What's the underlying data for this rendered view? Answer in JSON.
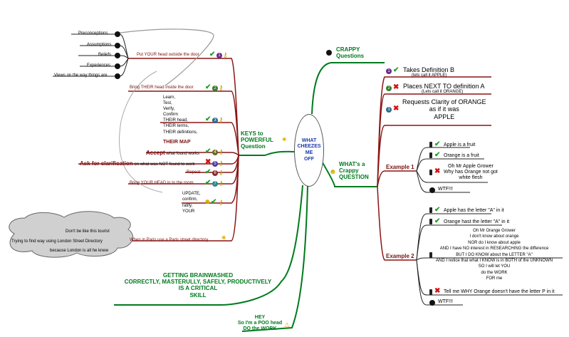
{
  "center": {
    "label": "WHAT\nCHEEZES\nME\nOFF"
  },
  "top_right": {
    "crappy": "CRAPPY\nQuestions"
  },
  "defs": {
    "d1": "Takes Definition B",
    "d1s": "(lets call it APPLE)",
    "d2": "Places NEXT TO definition A",
    "d2s": "(Lets call it ORANGE)",
    "d3": "Requests Clarity of ORANGE\nas if it was\nAPPLE"
  },
  "whats": "WHAT's a\nCrappy\nQUESTION",
  "ex1": {
    "label": "Example 1",
    "a": "Apple is a fruit",
    "b": "Orange is a fruit",
    "c": "Oh Mr Apple Grower\nWhy has Orange not got\nwhite flesh",
    "d": "WTF!!!"
  },
  "ex2": {
    "label": "Example 2",
    "a": "Apple has the letter \"A\" in it",
    "b": "Orange hast the letter \"A\" in it",
    "c": "Oh Mr Orange Grower\nI don't know about orange\nNOR do I know about apple\nAND I have NO interest in RESEARCHING the difference\nBUT I DO KNOW about the LETTER \"A\"\nAND I notice that what I KNOW is in BOTH of the UNKNOWN\nSO I will let YOU\ndo the WORK\nFOR me",
    "d": "Tell me WHY Orange doesn't have the letter P in it",
    "e": "WTF!!!"
  },
  "keys": "KEYS to\nPOWERFUL\nQuestion",
  "left": {
    "pre": "Preconceptions",
    "ass": "Assumptions",
    "bel": "Beliefs",
    "exp": "Experiences",
    "view": "Views on the way things are",
    "put": "Put YOUR head outside the door",
    "bring_their": "Bring THEIR head inside the door",
    "learn": "Learn,\nTest,\nVerify,\nConfirm\nTHEIR head,\nTHEIR terms,\nTHEIR definitions,",
    "their_map": "THEIR MAP",
    "accept": "Accept",
    "accept_rest": " what found works",
    "ask": "Ask for clarification",
    "ask_rest": " on what was NOT found to work",
    "repeat": "Repeat",
    "bring_your": "Bring YOUR HEAD in to the room",
    "update": "UPDATE,\nconfirm,\nratify,\nYOUR",
    "paris": "When in Paris use a Paris street directory",
    "cloud1": "Don't be like this tourist",
    "cloud2": "Trying to find way using London Street Directory",
    "cloud3": "because London is all he knew"
  },
  "brain": "GETTING BRAINWASHED\nCORRECTLY, MASTERULLY, SAFELY, PRODUCTIVELY\nIS A CRITICAL\nSKILL",
  "hey": "HEY\nSo I'm a POO head\nDO the WORK",
  "colors": {
    "green": "#007a1e",
    "darkred": "#7a1010",
    "blue": "#1a3aa8"
  }
}
